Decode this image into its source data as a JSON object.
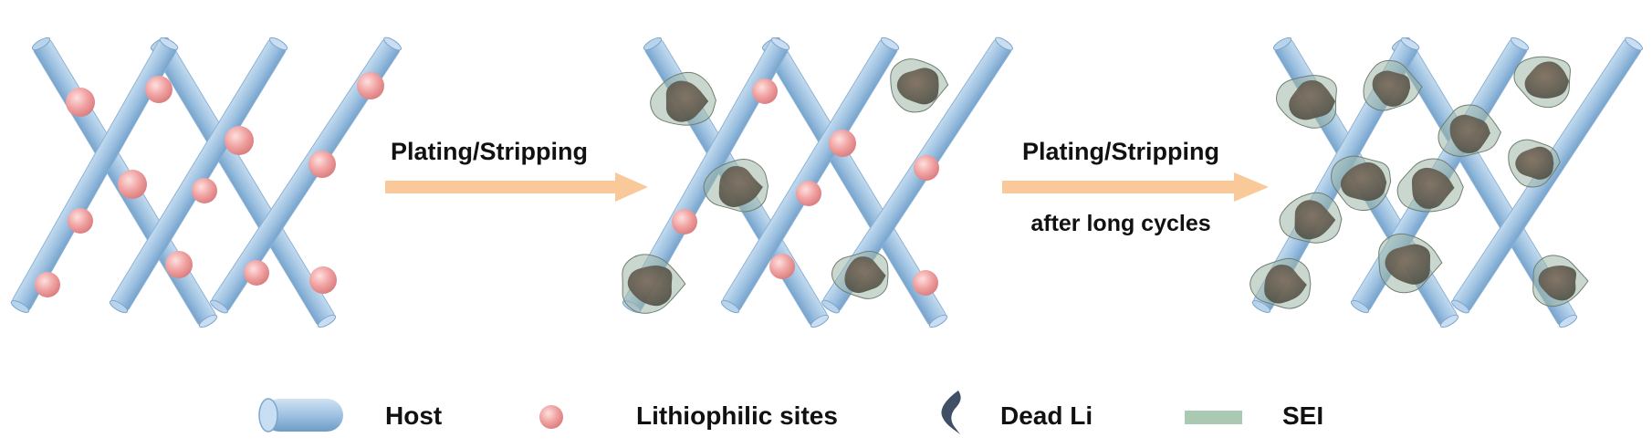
{
  "arrows": [
    {
      "line1": "Plating/Stripping",
      "line2": ""
    },
    {
      "line1": "Plating/Stripping",
      "line2": "after long cycles"
    }
  ],
  "legend": {
    "host": "Host",
    "sites": "Lithiophilic sites",
    "dead_li": "Dead  Li",
    "sei": "SEI"
  },
  "colors": {
    "rod": "#9dc1e2",
    "rod_dark": "#6f9cc6",
    "site": "#ef9f9f",
    "dead_li": "#5e5e52",
    "sei": "#9fb7a6",
    "arrow": "#f9c99a"
  }
}
